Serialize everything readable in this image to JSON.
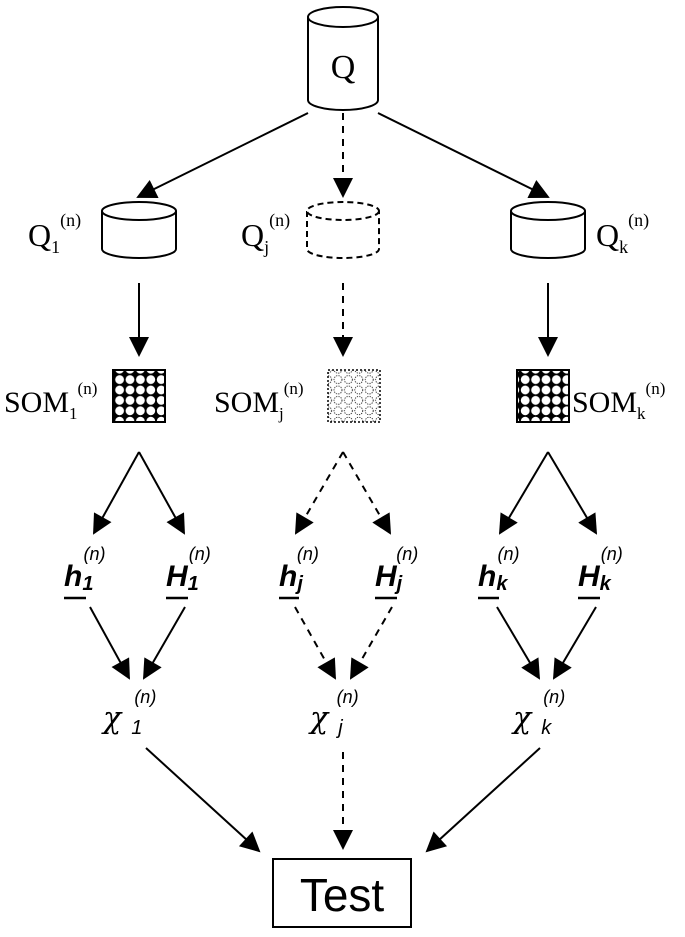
{
  "source_db": {
    "label": "Q"
  },
  "branches": [
    {
      "key": "first",
      "line_style": "solid",
      "subset": {
        "base": "Q",
        "sub": "1",
        "sup": "(n)"
      },
      "som": {
        "base": "SOM",
        "sub": "1",
        "sup": "(n)"
      },
      "h": {
        "base": "h",
        "sub": "1",
        "sup": "(n)"
      },
      "H": {
        "base": "H",
        "sub": "1",
        "sup": "(n)"
      },
      "chi": {
        "base": "χ",
        "sub": "1",
        "sup": "(n)"
      }
    },
    {
      "key": "middle",
      "line_style": "dashed",
      "subset": {
        "base": "Q",
        "sub": "j",
        "sup": "(n)"
      },
      "som": {
        "base": "SOM",
        "sub": "j",
        "sup": "(n)"
      },
      "h": {
        "base": "h",
        "sub": "j",
        "sup": "(n)"
      },
      "H": {
        "base": "H",
        "sub": "j",
        "sup": "(n)"
      },
      "chi": {
        "base": "χ",
        "sub": "j",
        "sup": "(n)"
      }
    },
    {
      "key": "last",
      "line_style": "solid",
      "subset": {
        "base": "Q",
        "sub": "k",
        "sup": "(n)"
      },
      "som": {
        "base": "SOM",
        "sub": "k",
        "sup": "(n)"
      },
      "h": {
        "base": "h",
        "sub": "k",
        "sup": "(n)"
      },
      "H": {
        "base": "H",
        "sub": "k",
        "sup": "(n)"
      },
      "chi": {
        "base": "χ",
        "sub": "k",
        "sup": "(n)"
      }
    }
  ],
  "test_box": {
    "label": "Test"
  },
  "colors": {
    "ink": "#000000",
    "background": "#ffffff"
  }
}
